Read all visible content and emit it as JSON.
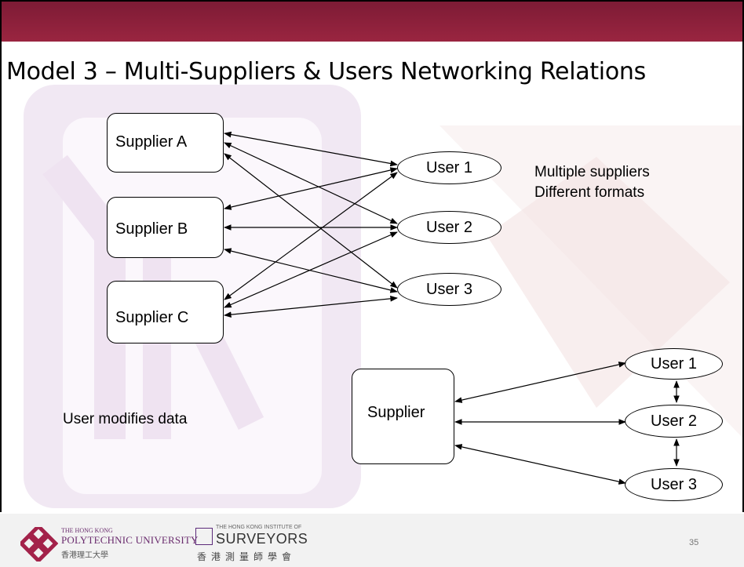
{
  "slide": {
    "title": "Model 3 – Multi-Suppliers & Users Networking Relations",
    "page_number": "35"
  },
  "top_diagram": {
    "suppliers": [
      "Supplier A",
      "Supplier B",
      "Supplier C"
    ],
    "users": [
      "User 1",
      "User 2",
      "User 3"
    ],
    "note_lines": [
      "Multiple suppliers",
      "Different formats"
    ]
  },
  "bottom_diagram": {
    "supplier": "Supplier",
    "users": [
      "User 1",
      "User 2",
      "User 3"
    ],
    "note": "User modifies data"
  },
  "footer": {
    "polyu_small": "THE HONG KONG",
    "polyu_name": "POLYTECHNIC UNIVERSITY",
    "polyu_chinese": "香港理工大學",
    "surveyors_small": "THE HONG KONG INSTITUTE OF",
    "surveyors_name": "SURVEYORS",
    "surveyors_chinese": "香港測量師學會"
  },
  "colors": {
    "header_bar": "#8b1f3b",
    "watermark": "#e8d9ec",
    "polyu_brand": "#6a2c6e"
  }
}
